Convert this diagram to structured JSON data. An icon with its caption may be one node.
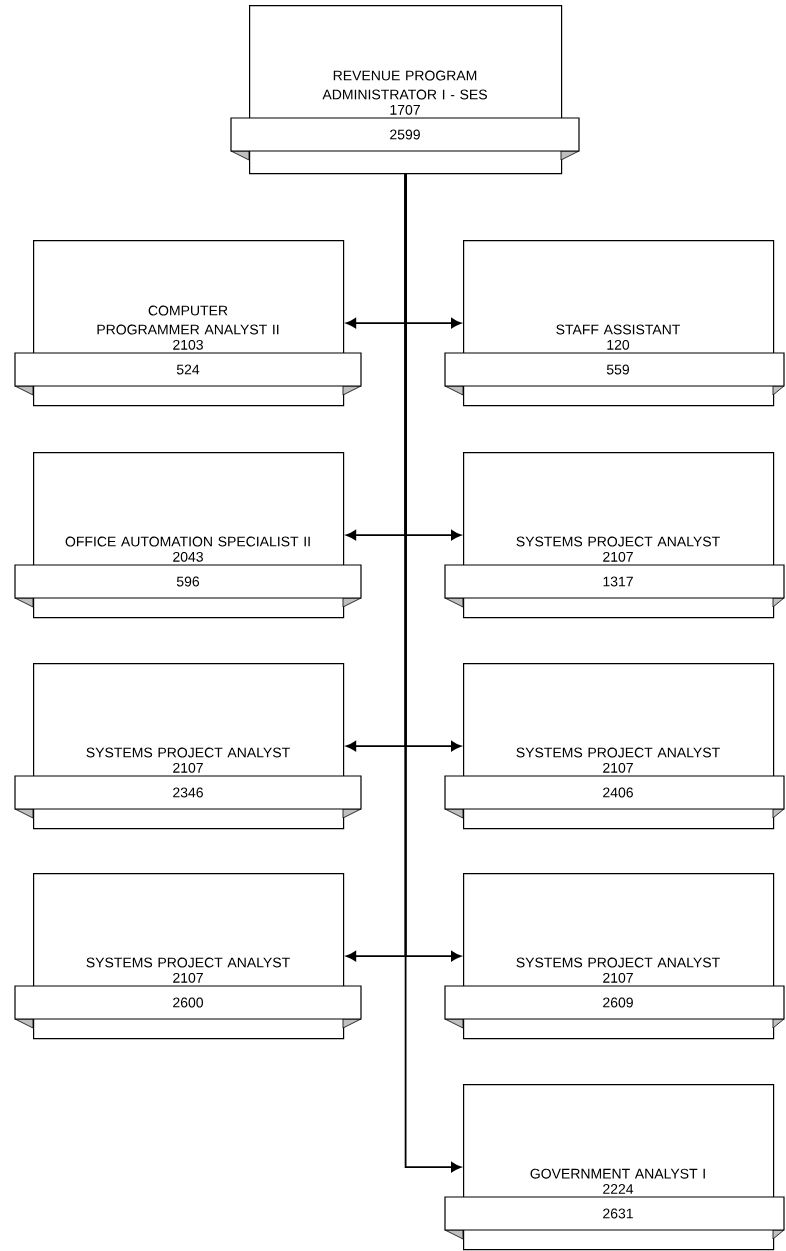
{
  "diagram": {
    "nodes": [
      {
        "text": [
          "REVENUE PROGRAM ADMINISTRATOR I - SES",
          "1707",
          "2599"
        ]
      },
      {
        "text": [
          "COMPUTER PROGRAMMER ANALYST II",
          "2103",
          "524"
        ]
      },
      {
        "text": [
          "STAFF ASSISTANT",
          "120",
          "559"
        ]
      },
      {
        "text": [
          "OFFICE AUTOMATION SPECIALIST II",
          "2043",
          "596"
        ]
      },
      {
        "text": [
          "SYSTEMS PROJECT ANALYST",
          "2107",
          "1317"
        ]
      },
      {
        "text": [
          "SYSTEMS PROJECT ANALYST",
          "2107",
          "2346"
        ]
      },
      {
        "text": [
          "SYSTEMS PROJECT ANALYST",
          "2107",
          "2406"
        ]
      },
      {
        "text": [
          "SYSTEMS PROJECT ANALYST",
          "2107",
          "2600"
        ]
      },
      {
        "text": [
          "SYSTEMS PROJECT ANALYST",
          "2107",
          "2609"
        ]
      },
      {
        "text": [
          "GOVERNMENT ANALYST I",
          "2224",
          "2631"
        ]
      }
    ],
    "edges": [
      {
        "from": 0,
        "to": 1,
        "arrow": "to"
      },
      {
        "from": 0,
        "to": 2,
        "arrow": "to"
      },
      {
        "from": 0,
        "to": 3,
        "arrow": "to"
      },
      {
        "from": 0,
        "to": 4,
        "arrow": "to"
      },
      {
        "from": 0,
        "to": 5,
        "arrow": "to"
      },
      {
        "from": 0,
        "to": 6,
        "arrow": "to"
      },
      {
        "from": 0,
        "to": 7,
        "arrow": "to"
      },
      {
        "from": 0,
        "to": 8,
        "arrow": "to"
      },
      {
        "from": 0,
        "to": 9,
        "arrow": "to"
      }
    ]
  }
}
